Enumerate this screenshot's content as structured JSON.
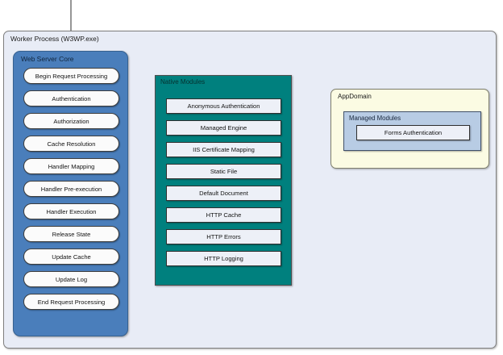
{
  "diagram": {
    "worker_process": {
      "title": "Worker Process (W3WP.exe)",
      "fill": "#e8ecf6",
      "stroke": "#7f7f7f"
    },
    "web_server_core": {
      "title": "Web Server Core",
      "fill": "#4a7ebb",
      "stroke": "#36618f",
      "items": [
        {
          "label": "Begin Request Processing"
        },
        {
          "label": "Authentication"
        },
        {
          "label": "Authorization"
        },
        {
          "label": "Cache Resolution"
        },
        {
          "label": "Handler Mapping"
        },
        {
          "label": "Handler Pre-execution"
        },
        {
          "label": "Handler Execution"
        },
        {
          "label": "Release State"
        },
        {
          "label": "Update Cache"
        },
        {
          "label": "Update Log"
        },
        {
          "label": "End Request Processing"
        }
      ]
    },
    "native_modules": {
      "title": "Native Modules",
      "fill": "#00807e",
      "stroke": "#4d4d4d",
      "items": [
        {
          "label": "Anonymous Authentication"
        },
        {
          "label": "Managed Engine"
        },
        {
          "label": "IIS Certificate Mapping"
        },
        {
          "label": "Static File"
        },
        {
          "label": "Default Document"
        },
        {
          "label": "HTTP Cache"
        },
        {
          "label": "HTTP Errors"
        },
        {
          "label": "HTTP Logging"
        }
      ]
    },
    "app_domain": {
      "title": "AppDomain",
      "fill": "#fbfbe3",
      "stroke": "#7f7f6e",
      "managed_modules": {
        "title": "Managed Modules",
        "fill": "#b8cce4",
        "stroke": "#40506a",
        "items": [
          {
            "label": "Forms Authentication"
          }
        ]
      }
    },
    "connectors": [
      {
        "name": "incoming-request-arrow",
        "from": "top",
        "to": "web-server-core",
        "direction": "down",
        "color": "#3f3f3f"
      },
      {
        "name": "core-to-native-arrow",
        "from": "web-server-core",
        "to": "native-modules",
        "direction": "bidirectional",
        "color": "#3f3f3f"
      },
      {
        "name": "managed-engine-to-appdomain-arrow",
        "from": "managed-engine",
        "to": "app-domain",
        "direction": "bidirectional",
        "color": "#7a7a7a"
      }
    ]
  }
}
